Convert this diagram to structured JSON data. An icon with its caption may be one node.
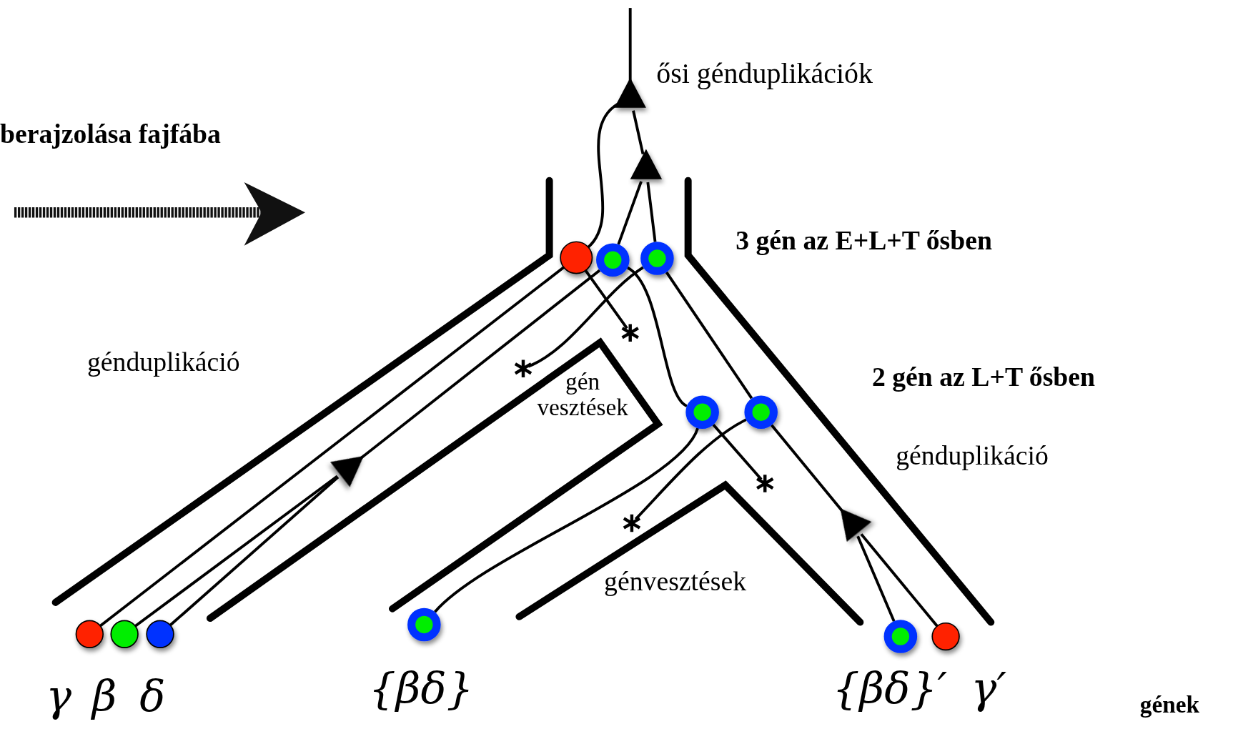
{
  "diagram": {
    "nodes": [
      {
        "text": [],
        "shape": "triangle"
      },
      {
        "text": [],
        "shape": "triangle"
      },
      {
        "text": [],
        "shape": "circle"
      },
      {
        "text": [],
        "shape": "circle"
      },
      {
        "text": [],
        "shape": "circle"
      },
      {
        "text": [],
        "shape": "star"
      },
      {
        "text": [],
        "shape": "star"
      },
      {
        "text": [],
        "shape": "triangle"
      },
      {
        "text": [],
        "shape": "circle"
      },
      {
        "text": [],
        "shape": "circle"
      },
      {
        "text": [],
        "shape": "star"
      },
      {
        "text": [],
        "shape": "triangle"
      },
      {
        "text": [],
        "shape": "star"
      },
      {
        "text": [],
        "shape": "circle",
        "beside": [
          "γ"
        ]
      },
      {
        "text": [],
        "shape": "circle",
        "beside": [
          "β"
        ]
      },
      {
        "text": [],
        "shape": "circle",
        "beside": [
          "δ"
        ]
      },
      {
        "text": [],
        "shape": "circle",
        "beside": [
          "{βδ}"
        ]
      },
      {
        "text": [],
        "shape": "circle",
        "beside": [
          "{βδ}′"
        ]
      },
      {
        "text": [],
        "shape": "circle",
        "beside": [
          "γ′"
        ]
      }
    ],
    "edges": [
      {
        "from": 0,
        "to": null,
        "arrow": "none"
      },
      {
        "from": 1,
        "to": 0,
        "arrow": "none"
      },
      {
        "from": 2,
        "to": 0,
        "arrow": "none"
      },
      {
        "from": 3,
        "to": 1,
        "arrow": "none"
      },
      {
        "from": 4,
        "to": 1,
        "arrow": "none"
      },
      {
        "from": 2,
        "to": 5,
        "arrow": "none"
      },
      {
        "from": 4,
        "to": 6,
        "arrow": "none"
      },
      {
        "from": 3,
        "to": 7,
        "arrow": "none"
      },
      {
        "from": 3,
        "to": 8,
        "arrow": "none"
      },
      {
        "from": 4,
        "to": 9,
        "arrow": "none"
      },
      {
        "from": 2,
        "to": 13,
        "arrow": "none"
      },
      {
        "from": 7,
        "to": 14,
        "arrow": "none"
      },
      {
        "from": 7,
        "to": 15,
        "arrow": "none"
      },
      {
        "from": 8,
        "to": 10,
        "arrow": "none"
      },
      {
        "from": 8,
        "to": 16,
        "arrow": "none"
      },
      {
        "from": 9,
        "to": 12,
        "arrow": "none"
      },
      {
        "from": 9,
        "to": 11,
        "arrow": "none"
      },
      {
        "from": 11,
        "to": 17,
        "arrow": "none"
      },
      {
        "from": 11,
        "to": 18,
        "arrow": "none"
      }
    ],
    "labels": [
      "ősi génduplikációk",
      "berajzolása fajfába",
      "3 gén az E+L+T ősben",
      "génduplikáció",
      "2 gén az L+T ősben",
      "gén vesztések",
      "génduplikáció",
      "génvesztések",
      "gének"
    ]
  }
}
